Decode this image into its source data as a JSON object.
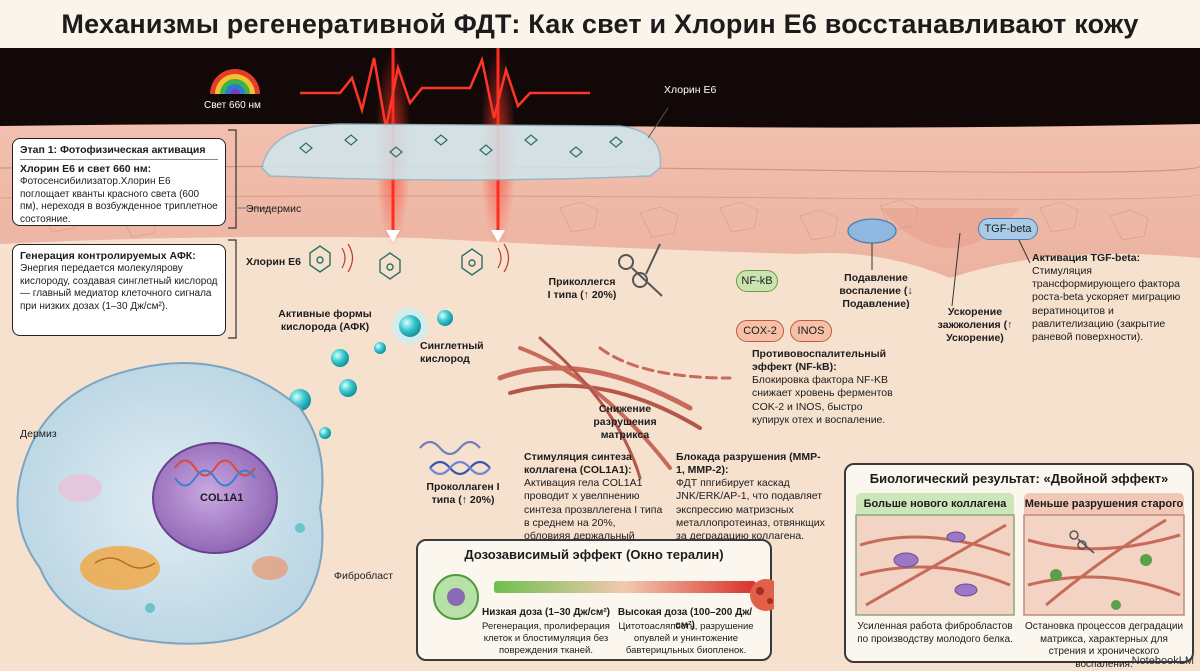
{
  "title": "Механизмы регенеративной ФДТ: Как свет и Хлорин Е6 восстанавливают кожу",
  "light": {
    "label": "Свет 660 нм"
  },
  "chlorin_top_label": "Хлорин Е6",
  "stage1": {
    "heading": "Этап 1: Фотофизическая активация",
    "subheading": "Хлорин Е6 и свет 660 нм:",
    "text": "Фотосенсибилизатор.Хлорин Е6 поглощает кванты красного света (600 пм), нереходя в возбужденное триплетное состояние."
  },
  "epidermis_label": "Эпидермис",
  "afk_box": {
    "heading": "Генерация контролируемых АФК:",
    "text": "Энергия передается молекулярову кислороду, создавая синглетный кислород — главный медиатор клеточного сигнала при низких дозах (1–30 Дж/см²)."
  },
  "chlorin_mid_label": "Хлорин Е6",
  "ros_label": "Активные формы кислорода (АФК)",
  "singlet_label": "Синглетный кислород",
  "dermis_label": "Дермиз",
  "fibroblast_label": "Фибробласт",
  "nucleus_label": "COL1A1",
  "procollagen_label": "Проколлаген I типа (↑ 20%)",
  "collagen_label": "Приколлегся I типа (↑ 20%)",
  "matrix_label": "Снижение разрушения матрикса",
  "synthesis": {
    "heading": "Стимуляция синтеза коллагена (COL1A1):",
    "text": "Активация гела COL1A1 проводит х увелпнению синтеза прозвллегена I типа в среднем на 20%, обловияя держальный матрикс."
  },
  "mmp": {
    "heading": "Блокада разрушения (MMP-1, MMP-2):",
    "text": "ФДТ ппгибирует каскад JNK/ERK/AP-1, что подавляет экспрессию матризсных металлопротеиназ, отвянкщих за деградацию коллагена."
  },
  "nfkb_pill": "NF-kB",
  "cox_pill": "COX-2",
  "inos_pill": "INOS",
  "anti_inflam": {
    "heading": "Противовоспалительный эффект (NF-kB):",
    "text": "Блокировка фактора NF-KB снижает хровень ферментов COK-2 и INOS, быстро купирук отех и воспаление."
  },
  "suppression_label": "Подавление воспаление (↓ Подавление)",
  "tgf_pill": "TGF-beta",
  "healing_label": "Ускорение зажжоления (↑ Ускорение)",
  "tgf": {
    "heading": "Активация TGF-beta:",
    "text": "Стимуляция трансформирующего фактора роста-beta ускоряет миграцию вератиноцитов и равлителизацию (закрытие раневой поверхности)."
  },
  "dose": {
    "title": "Дозозависимый эффект (Окно тералин)",
    "low_heading": "Низкая доза (1–30 Дж/см²)",
    "low_text": "Регенерация, пролиферация клеток и блостимуляция без повреждения тканей.",
    "high_heading": "Высокая доза (100–200 Дж/см²)",
    "high_text": "Цитотоасляпость, разрушение опувлей и унинтожение бавтерицльных биопленок."
  },
  "result": {
    "title": "Биологический результат: «Двойной эффект»",
    "left_title": "Больше нового коллагена",
    "right_title": "Меньше разрушения старого",
    "left_caption": "Усиленная работа фибробластов по производству молодого белка.",
    "right_caption": "Остановка процессов деградации матрикса, характерных для стрения и хронического воспаления."
  },
  "brand": "NotebookLM",
  "colors": {
    "laser": "#e01818",
    "skin": "#efb8a6",
    "dermis": "#f6e1cf",
    "cell": "#cfe2ec",
    "nucleus": "#a985c9",
    "green": "#5aa04a",
    "red": "#d8412f"
  }
}
